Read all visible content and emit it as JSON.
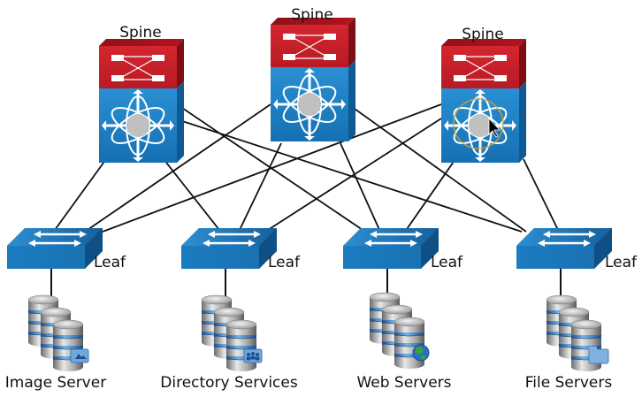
{
  "diagram": {
    "title": "Spine-Leaf Topology",
    "spines": [
      {
        "label": "Spine"
      },
      {
        "label": "Spine"
      },
      {
        "label": "Spine"
      }
    ],
    "leaves": [
      {
        "label": "Leaf",
        "server_label": "Image Server",
        "server_badge": "image-icon"
      },
      {
        "label": "Leaf",
        "server_label": "Directory Services",
        "server_badge": "users-icon"
      },
      {
        "label": "Leaf",
        "server_label": "Web Servers",
        "server_badge": "globe-icon"
      },
      {
        "label": "Leaf",
        "server_label": "File Servers",
        "server_badge": "folder-icon"
      }
    ],
    "colors": {
      "spine_top": "#c8202b",
      "spine_body": "#1d7fc4",
      "leaf": "#1d7fc4",
      "link": "#111111"
    }
  }
}
